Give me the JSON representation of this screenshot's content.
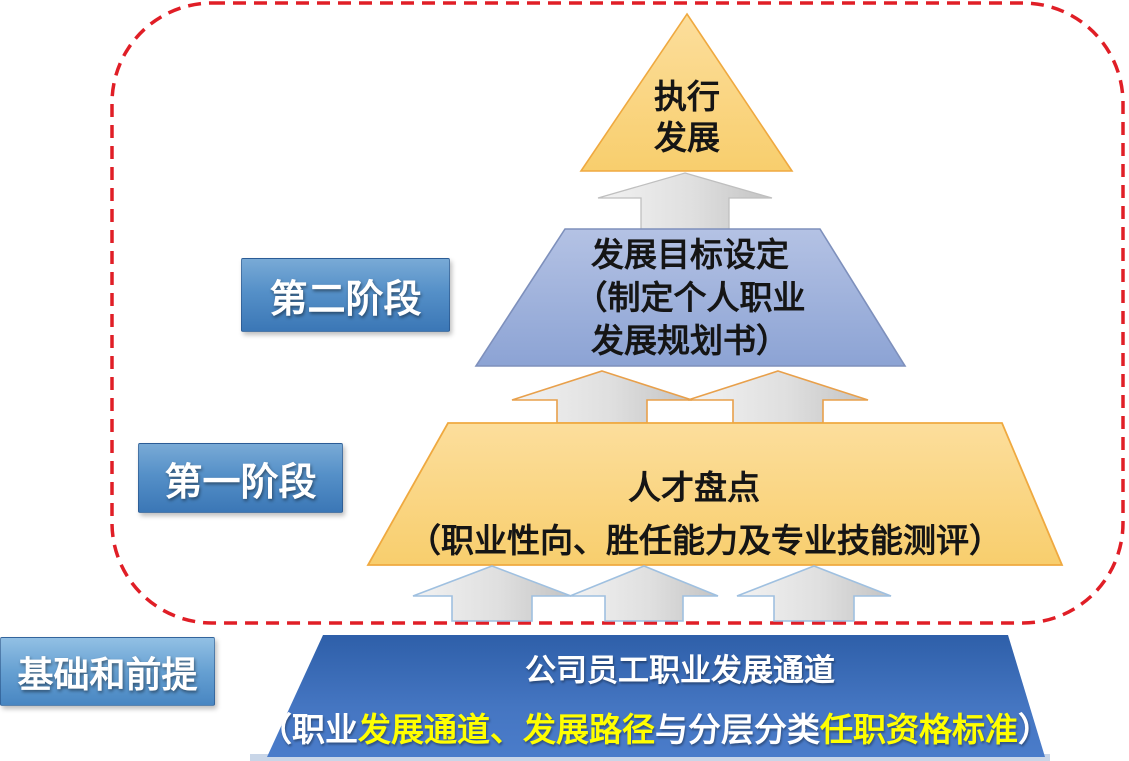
{
  "stage_labels": {
    "stage2": "第二阶段",
    "stage1": "第一阶段",
    "base": "基础和前提"
  },
  "pyramid": {
    "top": {
      "lines": [
        "执行",
        "发展"
      ]
    },
    "middle": {
      "lines": [
        "发展目标设定",
        "（制定个人职业",
        "发展规划书）"
      ]
    },
    "bottom": {
      "title": "人才盘点",
      "subtitle": "（职业性向、胜任能力及专业技能测评）"
    }
  },
  "base_banner": {
    "title": "公司员工职业发展通道",
    "subtitle_segments": [
      {
        "text": "（职业",
        "highlight": false
      },
      {
        "text": "发展通道、发展路径",
        "highlight": true
      },
      {
        "text": "与分层分类",
        "highlight": false
      },
      {
        "text": "任职资格标准",
        "highlight": true
      },
      {
        "text": "）",
        "highlight": false
      }
    ]
  },
  "colors": {
    "dashed_border": "#E01E26",
    "pyramid_yellow": "#FAD37A",
    "pyramid_blue": "#9DB1DC",
    "banner_blue": "#3767B5",
    "stage_label_blue": "#4785C1",
    "highlight_text": "#FFFF00",
    "arrow_fill": "#DCDCDC",
    "arrow_outline_orange": "#E8A04B",
    "arrow_outline_blue": "#9FC0E0",
    "body_text": "#151515"
  }
}
